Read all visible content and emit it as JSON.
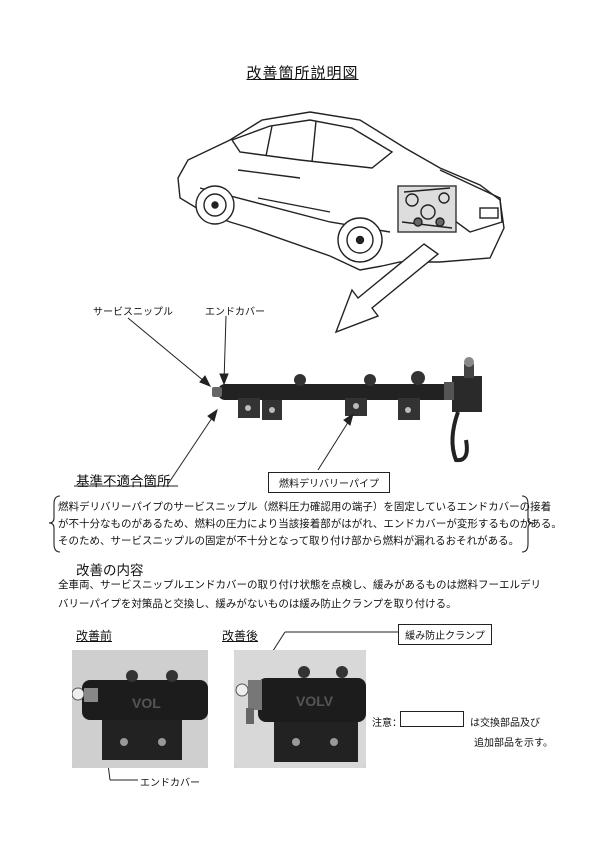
{
  "title": "改善箇所説明図",
  "labels": {
    "service_nipple": "サービスニップル",
    "end_cover": "エンドカバー",
    "non_conforming": "基準不適合箇所",
    "fuel_pipe": "燃料デリバリーパイプ"
  },
  "description_lines": [
    "燃料デリバリーパイプのサービスニップル（燃料圧力確認用の端子）を固定しているエンドカバーの接着",
    "が不十分なものがあるため、燃料の圧力により当該接着部がはがれ、エンドカバーが変形するものがある。",
    "そのため、サービスニップルの固定が不十分となって取り付け部から燃料が漏れるおそれがある。"
  ],
  "improvement": {
    "heading": "改善の内容",
    "text_lines": [
      "全車両、サービスニップルエンドカバーの取り付け状態を点検し、緩みがあるものは燃料フーエルデリ",
      "バリーパイプを対策品と交換し、緩みがないものは緩み防止クランプを取り付ける。"
    ]
  },
  "before_label": "改善前",
  "after_label": "改善後",
  "clamp_label": "緩み防止クランプ",
  "bottom_end_cover": "エンドカバー",
  "note": {
    "prefix": "注意：",
    "suffix": "は交換部品及び",
    "line2": "追加部品を示す。"
  }
}
